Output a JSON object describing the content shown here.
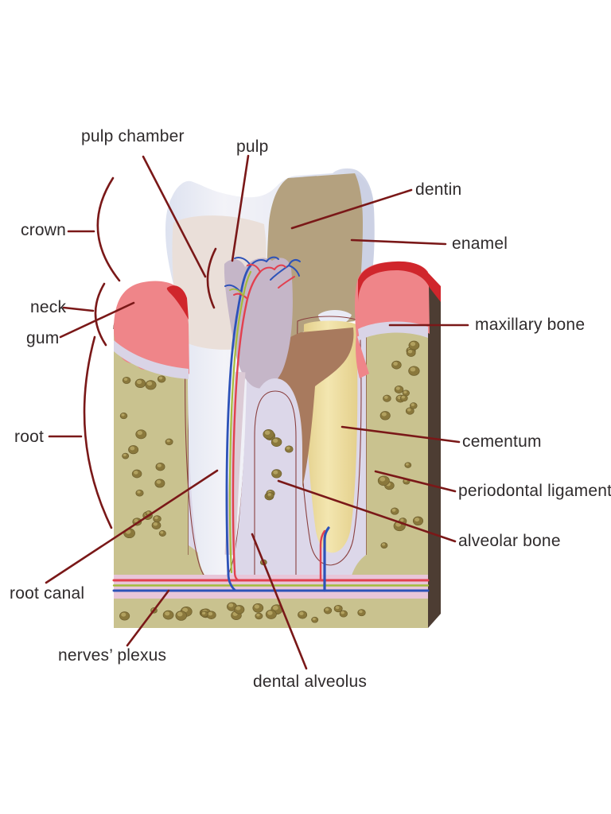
{
  "diagram": {
    "type": "anatomical-diagram",
    "subject": "tooth cross-section anatomy",
    "labels": {
      "pulp_chamber": "pulp chamber",
      "pulp": "pulp",
      "dentin": "dentin",
      "enamel": "enamel",
      "crown": "crown",
      "neck": "neck",
      "gum": "gum",
      "maxillary_bone": "maxillary bone",
      "cementum": "cementum",
      "periodontal_ligament": "periodontal ligament",
      "alveolar_bone": "alveolar bone",
      "root": "root",
      "root_canal": "root canal",
      "nerves_plexus": "nerves’ plexus",
      "dental_alveolus": "dental alveolus"
    },
    "colors": {
      "background": "#ffffff",
      "label_text": "#2f2b2c",
      "leader_line": "#7a1818",
      "enamel": "#e3e6f2",
      "enamel_cut": "#b5bad2",
      "dentin": "#b4a17f",
      "dentin_dark": "#a87a5e",
      "pulp": "#c5b6c8",
      "cementum": "#eedca0",
      "ligament": "#dcd7e9",
      "bone": "#c9c28f",
      "bone_dot": "#8a783c",
      "bone_dot_hi": "#b2a15f",
      "bone_outline": "#7d4436",
      "socket_outline": "#8a4040",
      "gum": "#ef8589",
      "gum_dark": "#d0262c",
      "bone_side": "#4d3d33",
      "plexus_band": "#e8c6d9",
      "vessel_red": "#e2404f",
      "vessel_blue": "#2d52b8",
      "vessel_green": "#a4bc3c"
    }
  }
}
